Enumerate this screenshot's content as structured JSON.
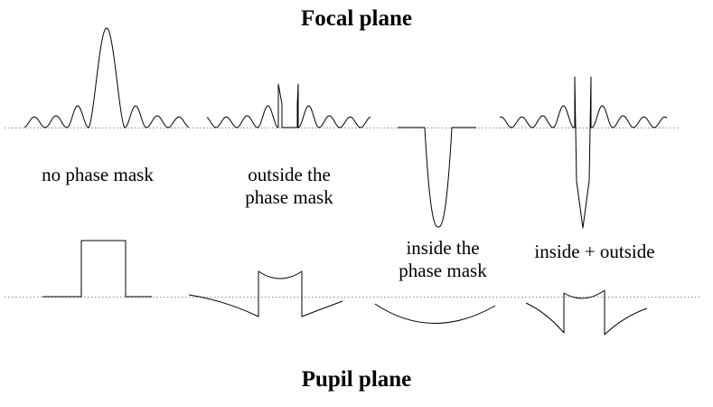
{
  "focal_title": "Focal plane",
  "pupil_title": "Pupil plane",
  "panels": [
    {
      "label_lines": [
        "no phase mask"
      ]
    },
    {
      "label_lines": [
        "outside the",
        "phase mask"
      ]
    },
    {
      "label_lines": [
        "inside the",
        "phase mask"
      ]
    },
    {
      "label_lines": [
        "inside +  outside"
      ]
    }
  ]
}
